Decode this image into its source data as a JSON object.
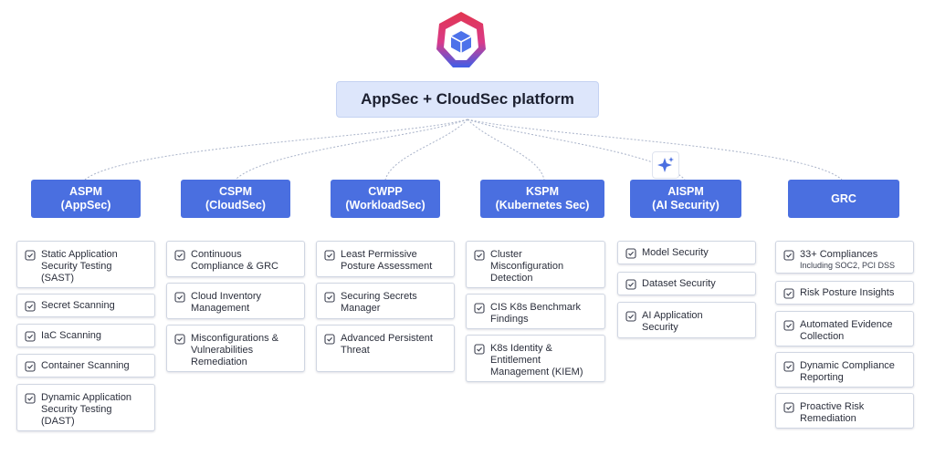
{
  "platform": {
    "title": "AppSec + CloudSec platform"
  },
  "colors": {
    "header": "#4a6fe0",
    "logo_red": "#e2364f",
    "logo_blue": "#3f5ee8",
    "connector": "#a9b3c9"
  },
  "columns": [
    {
      "title": "ASPM",
      "subtitle": "(AppSec)",
      "items": [
        {
          "label": "Static Application\nSecurity Testing\n(SAST)",
          "icon": "code-scan-icon"
        },
        {
          "label": "Secret Scanning",
          "icon": "secret-icon"
        },
        {
          "label": "IaC Scanning",
          "icon": "iac-icon"
        },
        {
          "label": "Container Scanning",
          "icon": "container-icon"
        },
        {
          "label": "Dynamic Application\nSecurity Testing\n(DAST)",
          "icon": "dynamic-test-icon"
        }
      ]
    },
    {
      "title": "CSPM",
      "subtitle": "(CloudSec)",
      "items": [
        {
          "label": "Continuous\nCompliance & GRC",
          "icon": "compliance-icon"
        },
        {
          "label": "Cloud Inventory\nManagement",
          "icon": "inventory-icon"
        },
        {
          "label": "Misconfigurations &\nVulnerabilities\nRemediation",
          "icon": "remediation-icon"
        }
      ]
    },
    {
      "title": "CWPP",
      "subtitle": "(WorkloadSec)",
      "items": [
        {
          "label": "Least Permissive\nPosture Assessment",
          "icon": "posture-icon"
        },
        {
          "label": "Securing Secrets\nManager",
          "icon": "secrets-manager-icon"
        },
        {
          "label": "Advanced Persistent\nThreat",
          "icon": "threat-icon"
        }
      ]
    },
    {
      "title": "KSPM",
      "subtitle": "(Kubernetes Sec)",
      "items": [
        {
          "label": "Cluster\nMisconfiguration\nDetection",
          "icon": "cluster-icon"
        },
        {
          "label": "CIS K8s Benchmark\nFindings",
          "icon": "benchmark-icon"
        },
        {
          "label": "K8s Identity &\nEntitlement\nManagement (KIEM)",
          "icon": "identity-icon"
        }
      ]
    },
    {
      "title": "AISPM",
      "subtitle": "(AI Security)",
      "items": [
        {
          "label": "Model Security",
          "icon": "model-icon"
        },
        {
          "label": "Dataset Security",
          "icon": "lock-icon"
        },
        {
          "label": "AI Application\nSecurity",
          "icon": "ai-app-icon"
        }
      ]
    },
    {
      "title": "GRC",
      "subtitle": "",
      "items": [
        {
          "label": "33+ Compliances",
          "sub": "Including SOC2, PCI DSS",
          "icon": "clipboard-check-icon"
        },
        {
          "label": "Risk Posture Insights",
          "icon": "insights-icon"
        },
        {
          "label": "Automated Evidence\nCollection",
          "icon": "evidence-icon"
        },
        {
          "label": "Dynamic Compliance\nReporting",
          "icon": "report-icon"
        },
        {
          "label": "Proactive Risk\nRemediation",
          "icon": "risk-remediation-icon"
        }
      ]
    }
  ]
}
